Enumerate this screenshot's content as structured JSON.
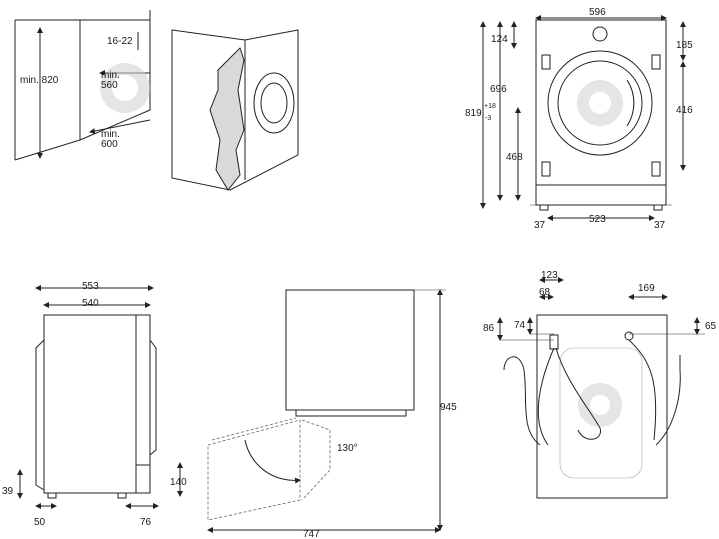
{
  "views": {
    "niche": {
      "labels": [
        "min. 820",
        "16-22",
        "min.",
        "560",
        "min.",
        "600"
      ]
    },
    "front": {
      "labels": [
        "596",
        "124",
        "185",
        "696",
        "416",
        "819",
        "+18",
        "-3",
        "468",
        "523",
        "37",
        "37"
      ]
    },
    "side": {
      "labels": [
        "553",
        "540",
        "39",
        "140",
        "50",
        "76"
      ]
    },
    "door": {
      "labels": [
        "945",
        "130°",
        "747"
      ]
    },
    "back": {
      "labels": [
        "123",
        "68",
        "169",
        "86",
        "74",
        "65"
      ]
    }
  }
}
